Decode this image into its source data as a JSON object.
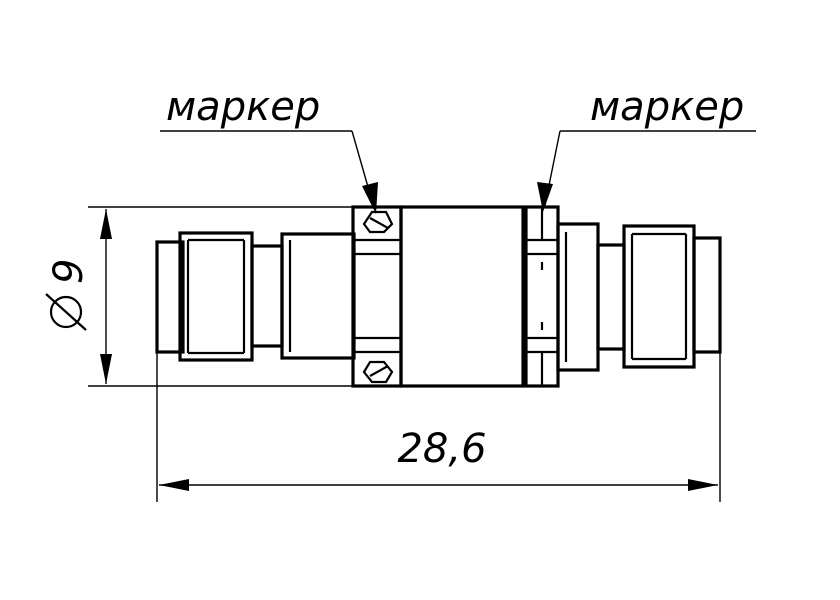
{
  "labels": {
    "marker_left": "маркер",
    "marker_right": "маркер",
    "diameter": "9",
    "diameter_symbol": "Ø",
    "length": "28,6"
  },
  "colors": {
    "line": "#000000",
    "background": "#ffffff"
  }
}
